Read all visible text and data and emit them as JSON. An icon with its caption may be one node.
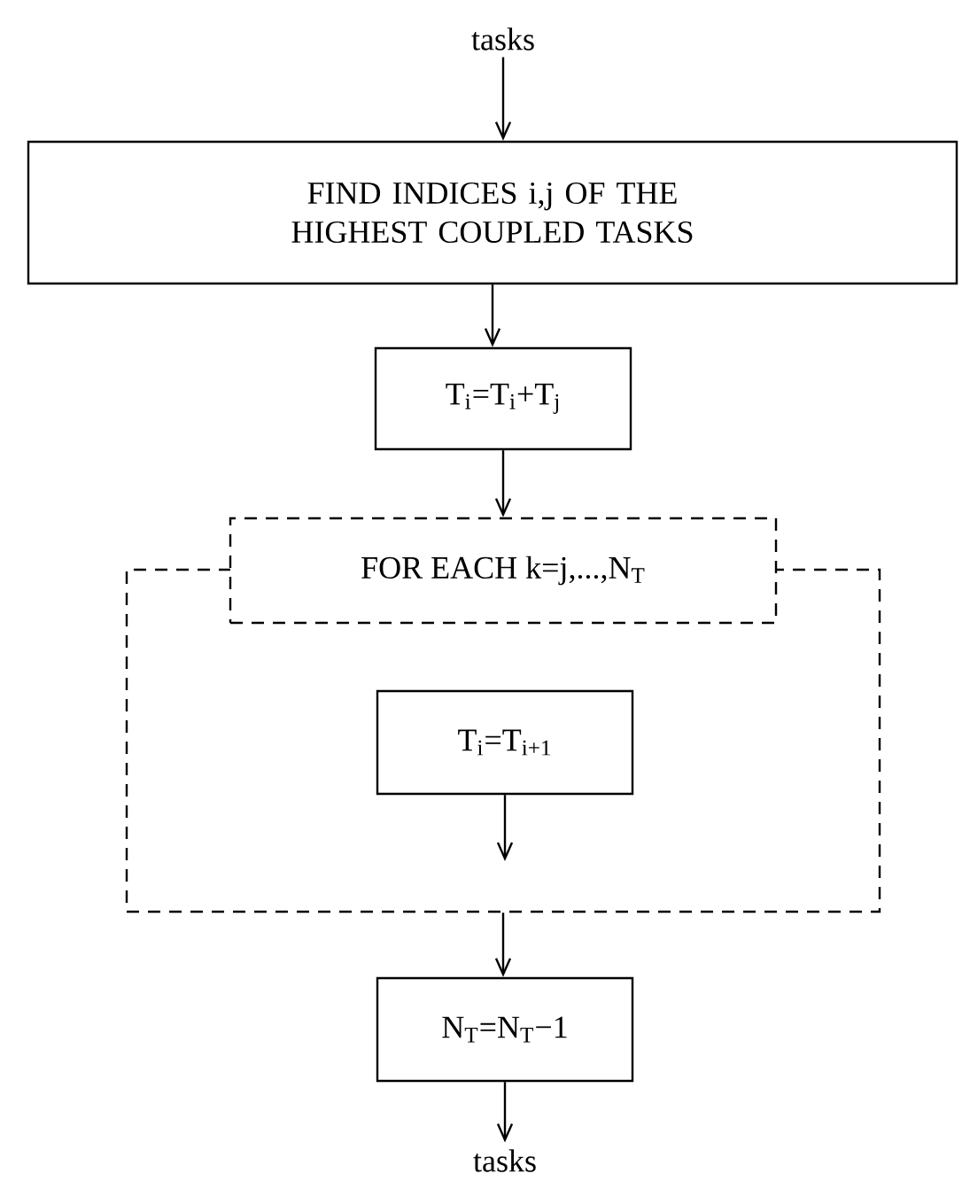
{
  "diagram": {
    "nodes": [
      {
        "text": [
          "tasks"
        ]
      },
      {
        "text": [
          "FIND INDICES i,j OF THE HIGHEST COUPLED TASKS"
        ]
      },
      {
        "text": [
          "T$_{i}$=T$_{i}$+T$_{j}$"
        ]
      },
      {
        "text": [],
        "shape": "box"
      },
      {
        "text": [
          "FOR EACH k=j,...,N$_{T}$"
        ]
      },
      {
        "text": [
          "T$_{i}$=T$_{i+1}$"
        ],
        "in": 3
      },
      {
        "text": [
          "N$_{T}$=N$_{T}$−1"
        ]
      },
      {
        "text": [
          "tasks"
        ]
      }
    ],
    "edges": [
      {
        "from": 0,
        "to": 1,
        "arrow": "to"
      },
      {
        "from": 1,
        "to": 2,
        "arrow": "to"
      },
      {
        "from": 2,
        "to": 4,
        "arrow": "to"
      },
      {
        "from": 5,
        "to": null,
        "arrow": "to"
      },
      {
        "from": 3,
        "to": 6,
        "arrow": "to"
      },
      {
        "from": 6,
        "to": 7,
        "arrow": "to"
      }
    ]
  }
}
